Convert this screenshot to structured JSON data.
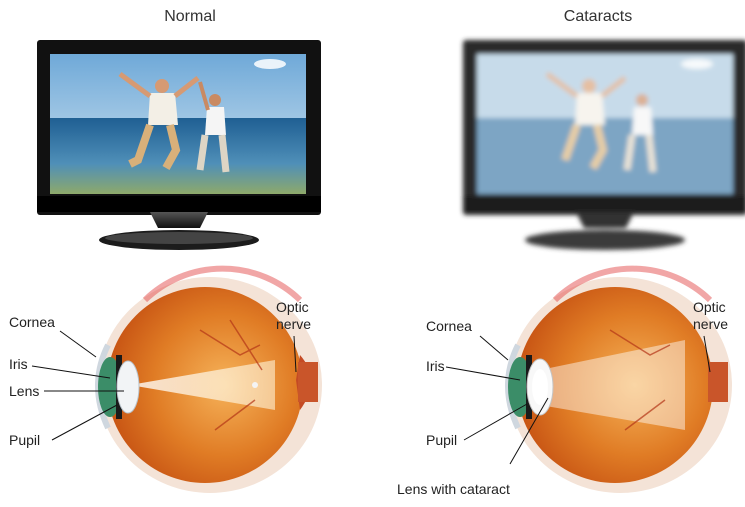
{
  "panels": {
    "normal": {
      "title": "Normal",
      "labels": {
        "cornea": "Cornea",
        "iris": "Iris",
        "lens": "Lens",
        "pupil": "Pupil",
        "optic_line1": "Optic",
        "optic_line2": "nerve"
      }
    },
    "cataracts": {
      "title": "Cataracts",
      "labels": {
        "cornea": "Cornea",
        "iris": "Iris",
        "pupil": "Pupil",
        "lens_cataract": "Lens with cataract",
        "optic_line1": "Optic",
        "optic_line2": "nerve"
      }
    }
  },
  "colors": {
    "sky": "#9ec7e6",
    "sea": "#2f6f9e",
    "eyeball": "#e2892f",
    "sclera_shell": "#f2d7c4",
    "iris": "#3a8e6a"
  }
}
